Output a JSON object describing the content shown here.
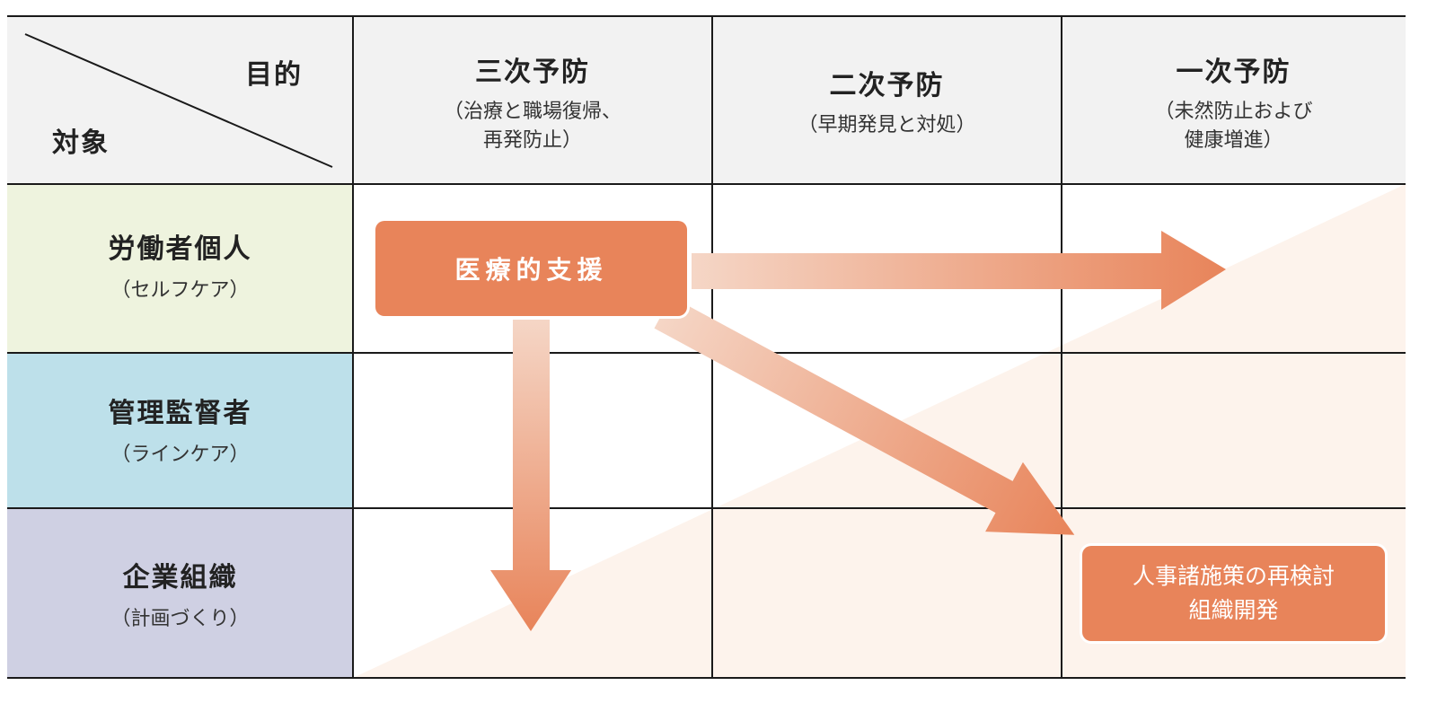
{
  "header": {
    "corner_purpose": "目的",
    "corner_target": "対象",
    "columns": [
      {
        "title": "三次予防",
        "sub": [
          "（治療と職場復帰、",
          "再発防止）"
        ]
      },
      {
        "title": "二次予防",
        "sub": [
          "（早期発見と対処）"
        ]
      },
      {
        "title": "一次予防",
        "sub": [
          "（未然防止および",
          "健康増進）"
        ]
      }
    ]
  },
  "rows": [
    {
      "title": "労働者個人",
      "sub": "（セルフケア）",
      "color": "#eef3de"
    },
    {
      "title": "管理監督者",
      "sub": "（ラインケア）",
      "color": "#bde0ea"
    },
    {
      "title": "企業組織",
      "sub": "（計画づくり）",
      "color": "#cfd0e3"
    }
  ],
  "boxes": {
    "medical": "医療的支援",
    "org_line1": "人事諸施策の再検討",
    "org_line2": "組織開発"
  },
  "colors": {
    "accent": "#e8845a",
    "accent_light": "#f5d6c6",
    "triangle": "#fdf3ec",
    "header_bg": "#f2f2f2"
  }
}
